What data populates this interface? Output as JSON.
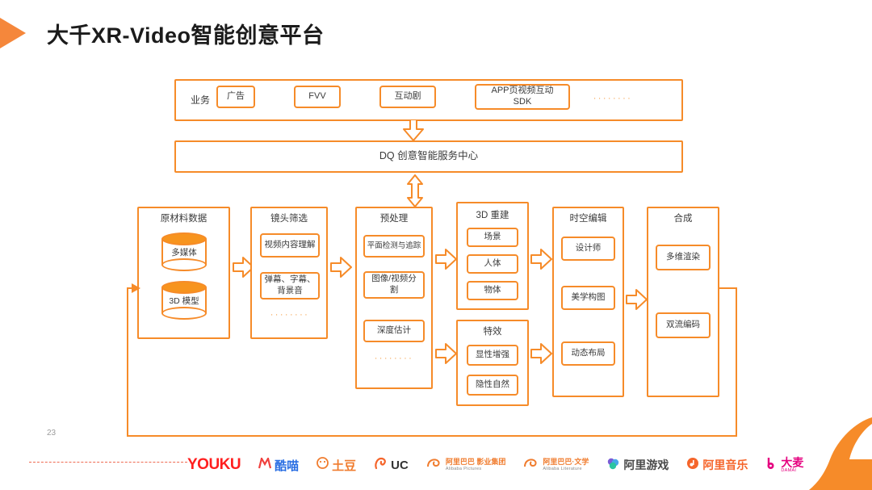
{
  "slide": {
    "title": "大千XR-Video智能创意平台",
    "page_number": "23",
    "accent_color": "#F68B29",
    "title_color": "#1b1b1b"
  },
  "business": {
    "label": "业务",
    "items": [
      {
        "label": "广告"
      },
      {
        "label": "FVV"
      },
      {
        "label": "互动剧"
      },
      {
        "label": "APP页视频互动\nSDK"
      }
    ],
    "ellipsis": "········"
  },
  "service_center": {
    "label": "DQ 创意智能服务中心"
  },
  "pipeline": {
    "columns": [
      {
        "title": "原材料数据",
        "cylinders": [
          {
            "label": "多媒体"
          },
          {
            "label": "3D 模型"
          }
        ]
      },
      {
        "title": "镜头筛选",
        "nodes": [
          {
            "label": "视频内容理解"
          },
          {
            "label": "弹幕、字幕、\n背景音"
          }
        ],
        "ellipsis": "········"
      },
      {
        "title": "预处理",
        "nodes": [
          {
            "label": "平面检测与追踪"
          },
          {
            "label": "图像/视频分\n割"
          },
          {
            "label": "深度估计"
          }
        ],
        "ellipsis": "········"
      },
      {
        "title": "3D 重建",
        "nodes": [
          {
            "label": "场景"
          },
          {
            "label": "人体"
          },
          {
            "label": "物体"
          }
        ]
      },
      {
        "title": "特效",
        "nodes": [
          {
            "label": "显性增强"
          },
          {
            "label": "隐性自然"
          }
        ]
      },
      {
        "title": "时空编辑",
        "nodes": [
          {
            "label": "设计师"
          },
          {
            "label": "美学构图"
          },
          {
            "label": "动态布局"
          }
        ]
      },
      {
        "title": "合成",
        "nodes": [
          {
            "label": "多维渲染"
          },
          {
            "label": "双流编码"
          }
        ]
      }
    ]
  },
  "footer": {
    "logos": [
      {
        "name": "youku",
        "text": "YOUKU",
        "sub": "",
        "color": "#FF1F1F"
      },
      {
        "name": "kumiao",
        "text": "酷喵",
        "sub": "",
        "color": "#2B6FE3"
      },
      {
        "name": "tudou",
        "text": "土豆",
        "sub": "",
        "color": "#F07C2E"
      },
      {
        "name": "uc",
        "text": "UC",
        "sub": "",
        "color": "#333333"
      },
      {
        "name": "alibaba-pictures",
        "text": "阿里巴巴 影业集团",
        "sub": "Alibaba Pictures",
        "color": "#F07C2E"
      },
      {
        "name": "alibaba-literature",
        "text": "阿里巴巴·文学",
        "sub": "Alibaba Literature",
        "color": "#F07C2E"
      },
      {
        "name": "ali-games",
        "text": "阿里游戏",
        "sub": "",
        "color": "#4A4A4A"
      },
      {
        "name": "ali-music",
        "text": "阿里音乐",
        "sub": "",
        "color": "#F5652B"
      },
      {
        "name": "damai",
        "text": "大麦",
        "sub": "DAMAI",
        "color": "#E5007F"
      }
    ]
  }
}
